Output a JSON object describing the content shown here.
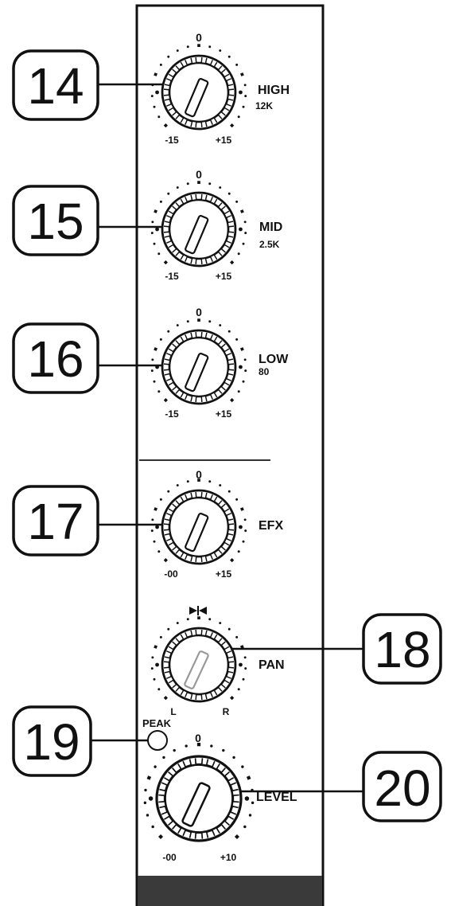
{
  "callouts": [
    {
      "id": "14",
      "label": "14"
    },
    {
      "id": "15",
      "label": "15"
    },
    {
      "id": "16",
      "label": "16"
    },
    {
      "id": "17",
      "label": "17"
    },
    {
      "id": "18",
      "label": "18"
    },
    {
      "id": "19",
      "label": "19"
    },
    {
      "id": "20",
      "label": "20"
    }
  ],
  "knobs": {
    "high": {
      "top": "0",
      "name": "HIGH",
      "sub": "12K",
      "min": "-15",
      "max": "+15"
    },
    "mid": {
      "top": "0",
      "name": "MID",
      "sub": "2.5K",
      "min": "-15",
      "max": "+15"
    },
    "low": {
      "top": "0",
      "name": "LOW",
      "sub": "80",
      "min": "-15",
      "max": "+15"
    },
    "efx": {
      "top": "0",
      "name": "EFX",
      "min": "-00",
      "max": "+15"
    },
    "pan": {
      "top_icon": "center-detent-icon",
      "name": "PAN",
      "min": "L",
      "max": "R"
    },
    "level": {
      "top": "0",
      "name": "LEVEL",
      "min": "-00",
      "max": "+10"
    }
  },
  "peak": {
    "label": "PEAK"
  },
  "colors": {
    "panel_bottom": "#3a3a3a",
    "ink": "#111111"
  }
}
